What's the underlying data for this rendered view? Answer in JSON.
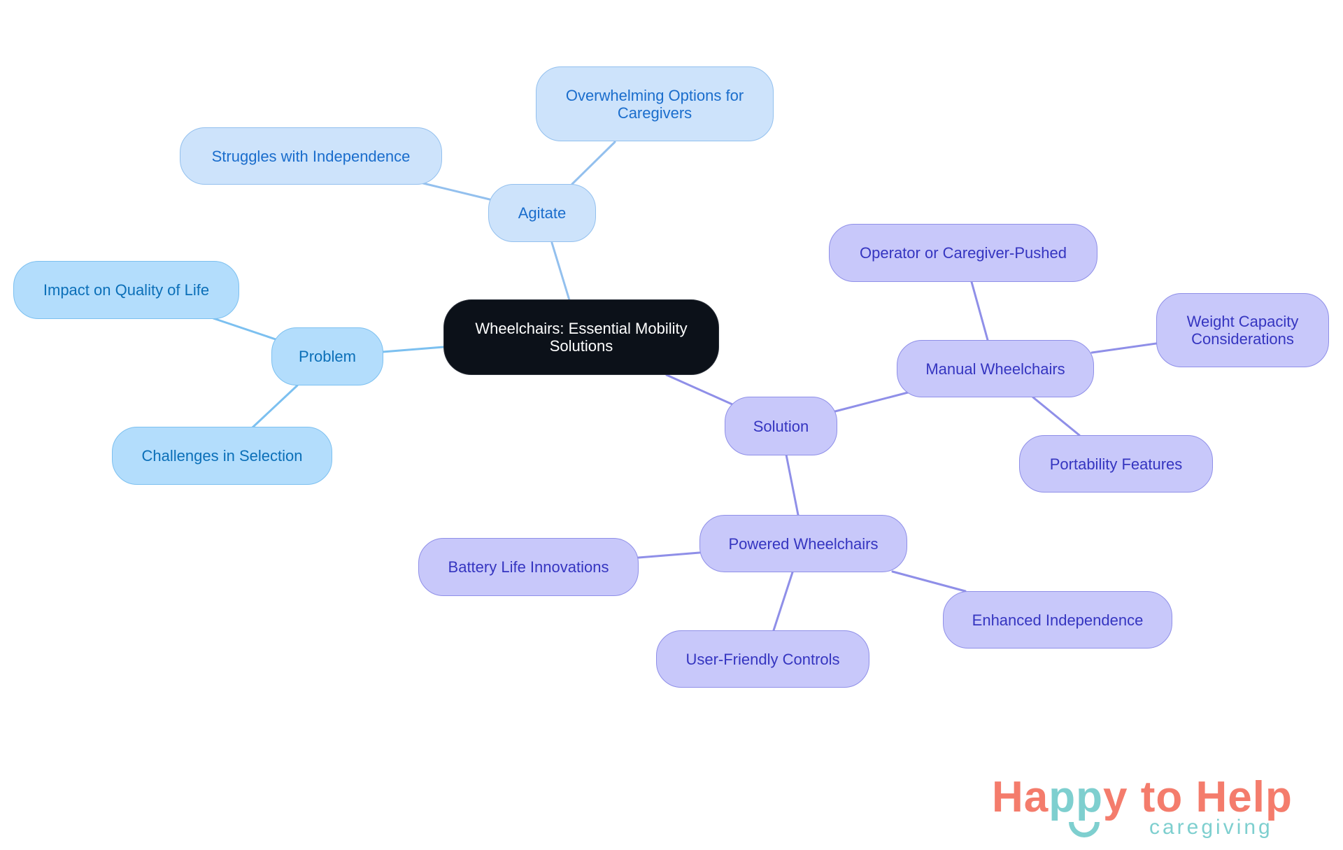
{
  "diagram": {
    "type": "mind-map",
    "root": {
      "id": "center",
      "label": "Wheelchairs: Essential Mobility Solutions"
    },
    "branches": [
      {
        "id": "problem",
        "label": "Problem",
        "children": [
          {
            "id": "impact",
            "label": "Impact on Quality of Life"
          },
          {
            "id": "challenges",
            "label": "Challenges in Selection"
          }
        ]
      },
      {
        "id": "agitate",
        "label": "Agitate",
        "children": [
          {
            "id": "struggles",
            "label": "Struggles with Independence"
          },
          {
            "id": "overwhelming",
            "label": "Overwhelming Options for Caregivers"
          }
        ]
      },
      {
        "id": "solution",
        "label": "Solution",
        "children": [
          {
            "id": "manual",
            "label": "Manual Wheelchairs",
            "children": [
              {
                "id": "operator",
                "label": "Operator or Caregiver-Pushed"
              },
              {
                "id": "weight",
                "label": "Weight Capacity Considerations"
              },
              {
                "id": "portability",
                "label": "Portability Features"
              }
            ]
          },
          {
            "id": "powered",
            "label": "Powered Wheelchairs",
            "children": [
              {
                "id": "battery",
                "label": "Battery Life Innovations"
              },
              {
                "id": "enhanced",
                "label": "Enhanced Independence"
              },
              {
                "id": "userfriendly",
                "label": "User-Friendly Controls"
              }
            ]
          }
        ]
      }
    ]
  },
  "nodes": {
    "center": "Wheelchairs: Essential Mobility Solutions",
    "problem": "Problem",
    "impact": "Impact on Quality of Life",
    "challenges": "Challenges in Selection",
    "agitate": "Agitate",
    "struggles": "Struggles with Independence",
    "overwhelming": "Overwhelming Options for Caregivers",
    "solution": "Solution",
    "manual": "Manual Wheelchairs",
    "operator": "Operator or Caregiver-Pushed",
    "weight": "Weight Capacity Considerations",
    "portability": "Portability Features",
    "powered": "Powered Wheelchairs",
    "battery": "Battery Life Innovations",
    "enhanced": "Enhanced Independence",
    "userfriendly": "User-Friendly Controls"
  },
  "colors": {
    "center_fill": "#0c1119",
    "problem_fill": "#b3ddfc",
    "problem_line": "#7cc0f0",
    "problem_text": "#0b6fb8",
    "agitate_fill": "#cde3fb",
    "agitate_line": "#93c0ee",
    "agitate_text": "#1a6dcc",
    "solution_fill": "#c8c8fa",
    "solution_line": "#8f8fe8",
    "solution_text": "#3535c0"
  },
  "logo": {
    "part1": "Ha",
    "part2": "pp",
    "part3": "y to Help",
    "subtitle": "caregiving",
    "primary_color": "#f47c6c",
    "secondary_color": "#7ecfcf"
  }
}
